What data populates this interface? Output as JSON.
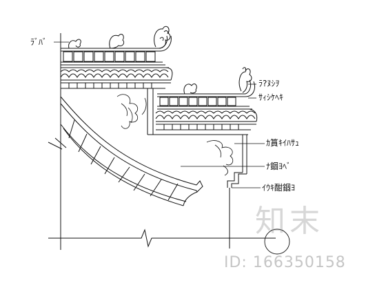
{
  "labels": {
    "top_left": "ﾗﾞﾊﾞ",
    "right_1": "ﾗ?ﾇｼｦ",
    "right_2": "ｻｨｼｹﾍｷ",
    "right_3": "ｶ篔ｷｲﾊｻｭ",
    "right_4": "ﾅ錮ﾖﾍﾞ",
    "right_5": "ｲｳｷ酣錮ﾖ"
  },
  "watermark": {
    "brand": "知末",
    "id_text": "ID: 166350158"
  },
  "colors": {
    "line": "#111111",
    "watermark": "#969696"
  }
}
